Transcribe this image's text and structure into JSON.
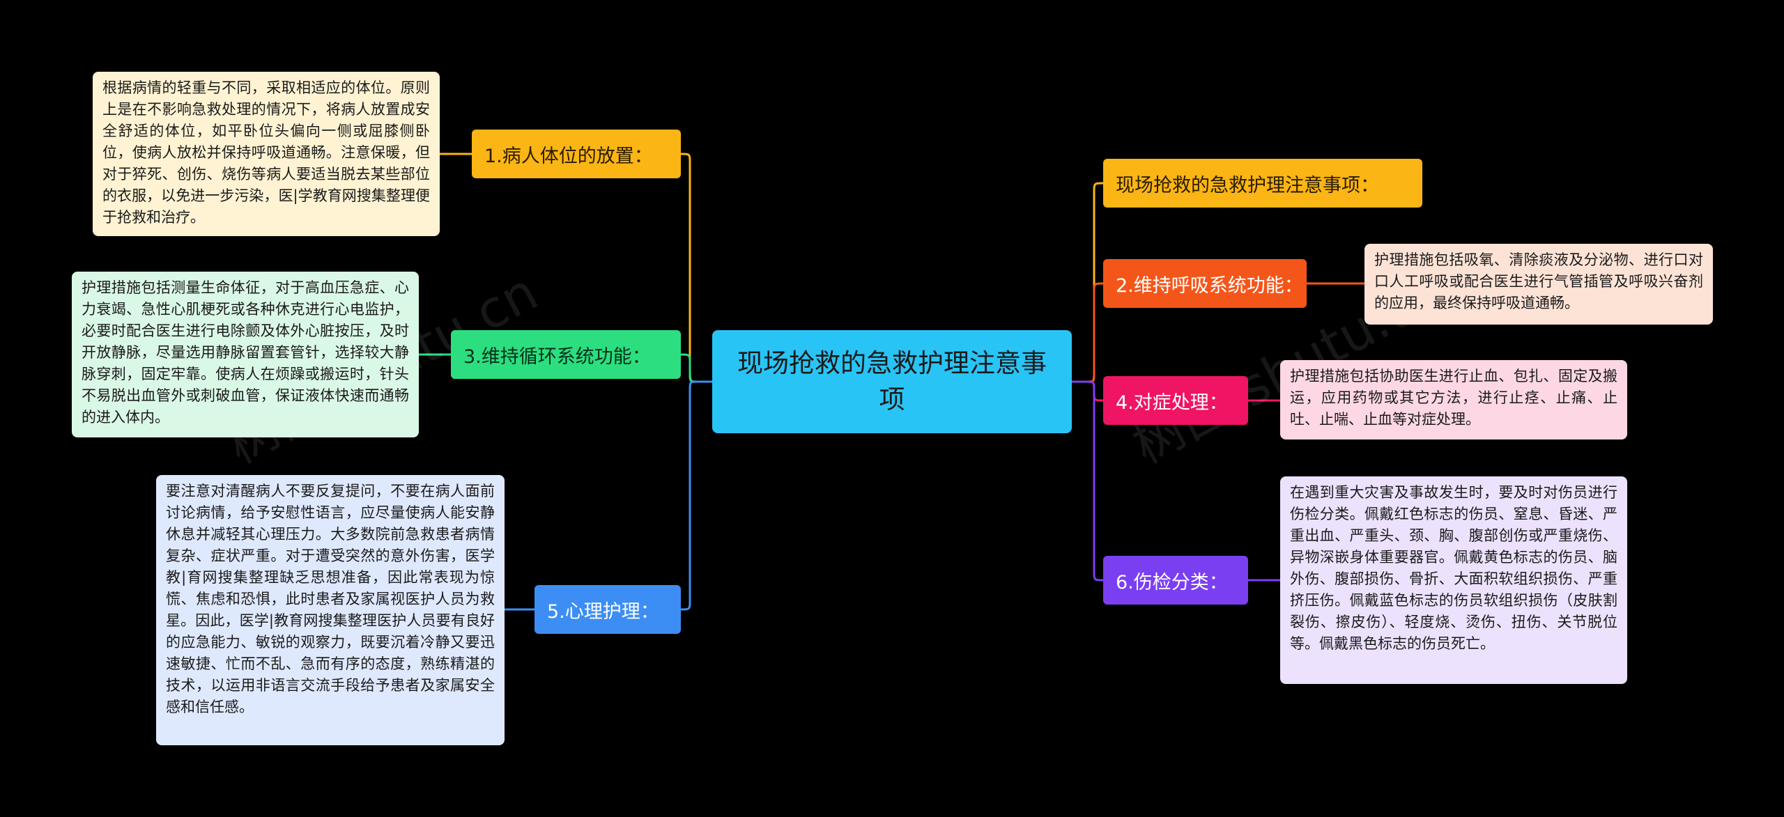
{
  "center": {
    "label": "现场抢救的急救护理注意事项",
    "color": "#29c4f6"
  },
  "branches": {
    "b1": {
      "label": "1.病人体位的放置：",
      "color": "#fbb514"
    },
    "b3": {
      "label": "3.维持循环系统功能：",
      "color": "#2cde7f"
    },
    "b5": {
      "label": "5.心理护理：",
      "color": "#3d8ef4"
    },
    "r0": {
      "label": "现场抢救的急救护理注意事项：",
      "color": "#fbb514"
    },
    "r2": {
      "label": "2.维持呼吸系统功能：",
      "color": "#f4561a"
    },
    "r4": {
      "label": "4.对症处理：",
      "color": "#ef1564"
    },
    "r6": {
      "label": "6.伤检分类：",
      "color": "#7b3ff2"
    }
  },
  "leaves": {
    "l1": "根据病情的轻重与不同，采取相适应的体位。原则上是在不影响急救处理的情况下，将病人放置成安全舒适的体位，如平卧位头偏向一侧或屈膝侧卧位，使病人放松并保持呼吸道通畅。注意保暖，但对于猝死、创伤、烧伤等病人要适当脱去某些部位的衣服，以免进一步污染，医|学教育网搜集整理便于抢救和治疗。",
    "l3": "护理措施包括测量生命体征，对于高血压急症、心力衰竭、急性心肌梗死或各种休克进行心电监护，必要时配合医生进行电除颤及体外心脏按压，及时开放静脉，尽量选用静脉留置套管针，选择较大静脉穿刺，固定牢靠。使病人在烦躁或搬运时，针头不易脱出血管外或刺破血管，保证液体快速而通畅的进入体内。",
    "l5": "要注意对清醒病人不要反复提问，不要在病人面前讨论病情，给予安慰性语言，应尽量使病人能安静休息并减轻其心理压力。大多数院前急救患者病情复杂、症状严重。对于遭受突然的意外伤害，医学教|育网搜集整理缺乏思想准备，因此常表现为惊慌、焦虑和恐惧，此时患者及家属视医护人员为救星。因此，医学|教育网搜集整理医护人员要有良好的应急能力、敏锐的观察力，既要沉着冷静又要迅速敏捷、忙而不乱、急而有序的态度，熟练精湛的技术，以运用非语言交流手段给予患者及家属安全感和信任感。",
    "lr2": "护理措施包括吸氧、清除痰液及分泌物、进行口对口人工呼吸或配合医生进行气管插管及呼吸兴奋剂的应用，最终保持呼吸道通畅。",
    "lr4": "护理措施包括协助医生进行止血、包扎、固定及搬运，应用药物或其它方法，进行止痉、止痛、止吐、止喘、止血等对症处理。",
    "lr6": "在遇到重大灾害及事故发生时，要及时对伤员进行伤检分类。佩戴红色标志的伤员、窒息、昏迷、严重出血、严重头、颈、胸、腹部创伤或严重烧伤、异物深嵌身体重要器官。佩戴黄色标志的伤员、脑外伤、腹部损伤、骨折、大面积软组织损伤、严重挤压伤。佩戴蓝色标志的伤员软组织损伤（皮肤割裂伤、擦皮伤）、轻度烧、烫伤、扭伤、关节脱位等。佩戴黑色标志的伤员死亡。"
  },
  "watermark": {
    "left": "树图 shutu.cn",
    "right": "树图 shutu.cn"
  }
}
